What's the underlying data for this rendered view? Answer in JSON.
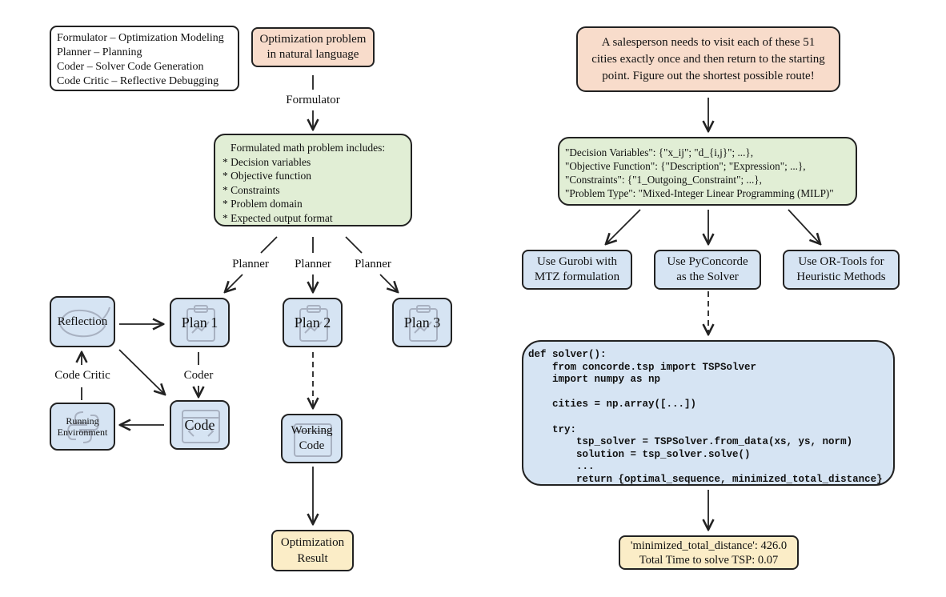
{
  "colors": {
    "problem_box": "#f8dccb",
    "formulation_box": "#e1eed5",
    "agent_box": "#d6e4f3",
    "result_box": "#fbedc7",
    "stroke": "#222222"
  },
  "legend": {
    "lines": [
      "Formulator  –  Optimization Modeling",
      "Planner  –  Planning",
      "Coder  –  Solver Code Generation",
      "Code Critic  –  Reflective Debugging"
    ]
  },
  "left": {
    "problem": {
      "lines": [
        "Optimization problem",
        "in natural language"
      ]
    },
    "formulator_label": "Formulator",
    "formulated": {
      "title": "Formulated math problem includes:",
      "items": [
        "* Decision variables",
        "* Objective function",
        "* Constraints",
        "* Problem domain",
        "* Expected output format"
      ]
    },
    "planner_labels": [
      "Planner",
      "Planner",
      "Planner"
    ],
    "plans": [
      "Plan 1",
      "Plan 2",
      "Plan 3"
    ],
    "reflection": "Reflection",
    "code_critic_label": "Code Critic",
    "coder_label": "Coder",
    "code": "Code",
    "running_env": {
      "lines": [
        "Running",
        "Environment"
      ]
    },
    "working_code": {
      "lines": [
        "Working",
        "Code"
      ]
    },
    "result": {
      "lines": [
        "Optimization",
        "Result"
      ]
    },
    "icons": [
      "clipboard-icon",
      "whale-icon",
      "code-window-icon",
      "python-icon"
    ]
  },
  "right": {
    "problem": {
      "lines": [
        "A salesperson needs to visit each of these 51",
        "cities exactly once and then return to the starting",
        "point. Figure out the shortest possible route!"
      ]
    },
    "formulation": {
      "lines": [
        "\"Decision Variables\": {\"x_ij\"; \"d_{i,j}\"; ...},",
        "\"Objective Function\": {\"Description\"; \"Expression\"; ...},",
        "\"Constraints\": {\"1_Outgoing_Constraint\"; ...},",
        "\"Problem Type\": \"Mixed-Integer Linear Programming (MILP)\""
      ]
    },
    "options": [
      {
        "lines": [
          "Use Gurobi with",
          "MTZ formulation"
        ]
      },
      {
        "lines": [
          "Use PyConcorde",
          "as the Solver"
        ]
      },
      {
        "lines": [
          "Use OR-Tools for",
          "Heuristic Methods"
        ]
      }
    ],
    "code_lines": [
      "def solver():",
      "    from concorde.tsp import TSPSolver",
      "    import numpy as np",
      "",
      "    cities = np.array([...])",
      "",
      "    try:",
      "        tsp_solver = TSPSolver.from_data(xs, ys, norm)",
      "        solution = tsp_solver.solve()",
      "        ...",
      "        return {optimal_sequence, minimized_total_distance}"
    ],
    "result": {
      "lines": [
        "'minimized_total_distance': 426.0",
        "Total Time to solve TSP: 0.07"
      ]
    }
  }
}
